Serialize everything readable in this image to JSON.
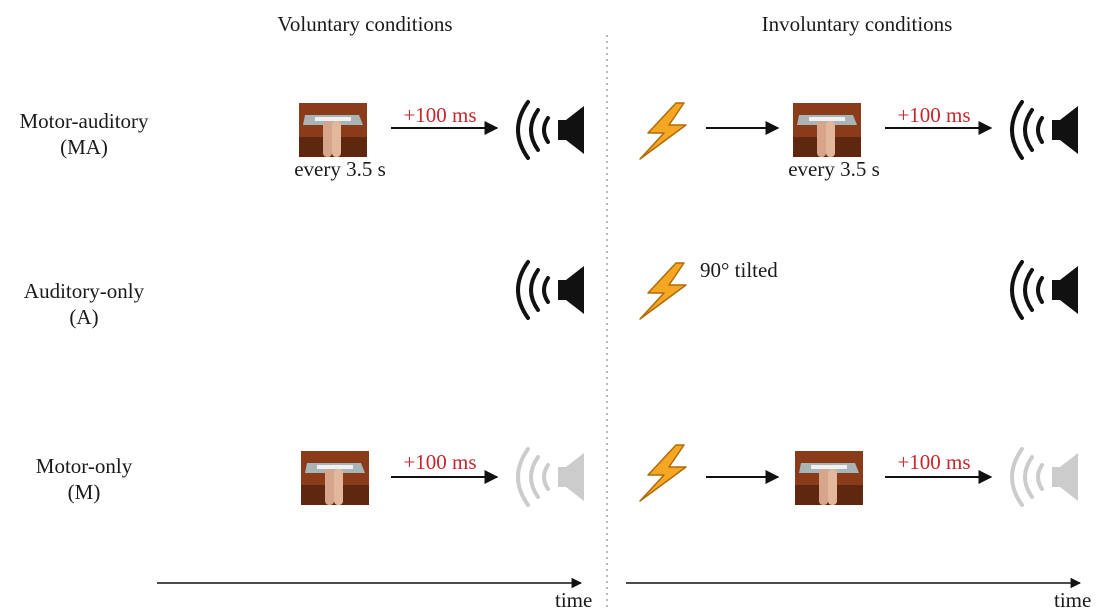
{
  "headers": {
    "voluntary": "Voluntary conditions",
    "involuntary": "Involuntary conditions"
  },
  "rows": [
    {
      "label_line1": "Motor-auditory",
      "label_line2": "(MA)"
    },
    {
      "label_line1": "Auditory-only",
      "label_line2": "(A)"
    },
    {
      "label_line1": "Motor-only",
      "label_line2": "(M)"
    }
  ],
  "annotations": {
    "delay": "+100 ms",
    "interval": "every 3.5 s",
    "tilt": "90° tilted",
    "time_axis": "time"
  },
  "colors": {
    "delay_text": "#c8262c",
    "bolt_fill": "#f5a623",
    "speaker_active": "#111111",
    "speaker_silent": "#cccccc",
    "photo_background": "#8a3c1a"
  },
  "icons": {
    "stimulation": "lightning-bolt-icon",
    "sound": "speaker-icon",
    "button_press": "finger-press-photo"
  }
}
